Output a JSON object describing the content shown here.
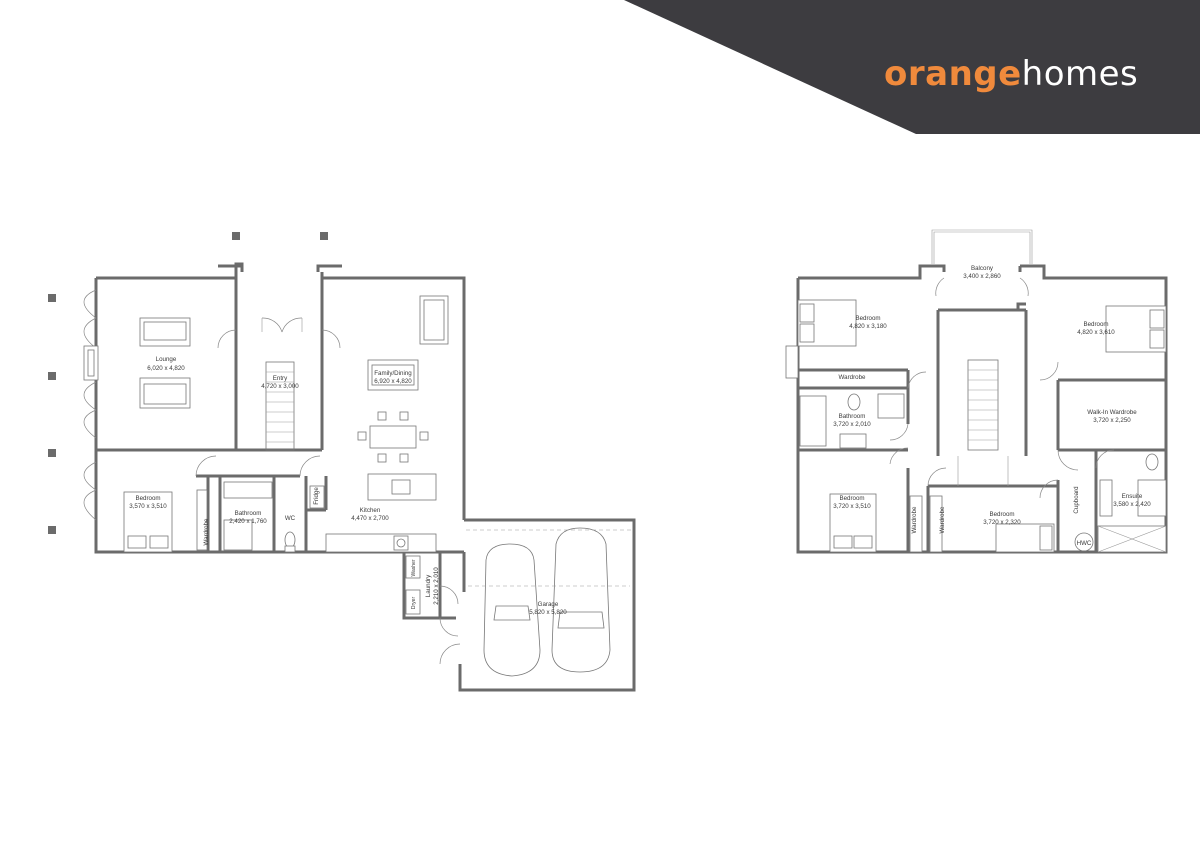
{
  "brand": {
    "word1": "orange",
    "word2": "homes",
    "accent_color": "#f08a3c",
    "banner_color": "#3d3c40"
  },
  "ground_floor": {
    "rooms": [
      {
        "id": "lounge",
        "name": "Lounge",
        "size": "6,020 x 4,820"
      },
      {
        "id": "entry",
        "name": "Entry",
        "size": "4,720 x 3,000"
      },
      {
        "id": "family",
        "name": "Family/Dining",
        "size": "6,920 x 4,820"
      },
      {
        "id": "kitchen",
        "name": "Kitchen",
        "size": "4,470 x 2,700"
      },
      {
        "id": "bedroom",
        "name": "Bedroom",
        "size": "3,570 x 3,510"
      },
      {
        "id": "bathroom",
        "name": "Bathroom",
        "size": "2,420 x 1,760"
      },
      {
        "id": "laundry",
        "name": "Laundry",
        "size": "2,210 x 2,010"
      },
      {
        "id": "garage",
        "name": "Garage",
        "size": "5,820 x 5,820"
      }
    ],
    "labels": {
      "wc": "WC",
      "wardrobe": "Wardrobe",
      "fridge": "Fridge",
      "washer": "Washer",
      "dryer": "Dryer"
    }
  },
  "first_floor": {
    "rooms": [
      {
        "id": "balcony",
        "name": "Balcony",
        "size": "3,400 x 2,860"
      },
      {
        "id": "bedroom1",
        "name": "Bedroom",
        "size": "4,820 x 3,180"
      },
      {
        "id": "bedroom2",
        "name": "Bedroom",
        "size": "4,820 x 3,610"
      },
      {
        "id": "bathroom",
        "name": "Bathroom",
        "size": "3,720 x 2,010"
      },
      {
        "id": "walkin",
        "name": "Walk-In Wardrobe",
        "size": "3,720 x 2,250"
      },
      {
        "id": "bedroom3",
        "name": "Bedroom",
        "size": "3,720 x 3,510"
      },
      {
        "id": "bedroom4",
        "name": "Bedroom",
        "size": "3,720 x 2,320"
      },
      {
        "id": "ensuite",
        "name": "Ensuite",
        "size": "3,580 x 2,420"
      }
    ],
    "labels": {
      "wardrobe": "Wardrobe",
      "cupboard": "Cupboard",
      "hwc": "HWC"
    }
  }
}
